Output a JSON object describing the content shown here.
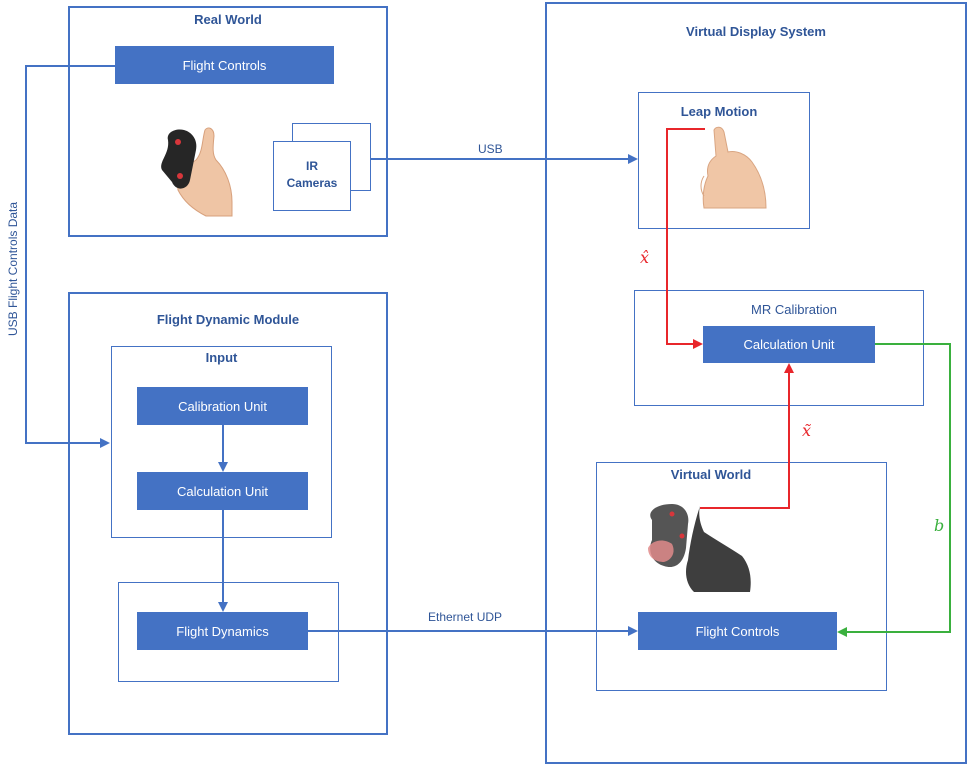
{
  "real_world": {
    "title": "Real World",
    "flight_controls": "Flight Controls",
    "ir_cameras_line1": "IR",
    "ir_cameras_line2": "Cameras"
  },
  "flight_dynamic_module": {
    "title": "Flight Dynamic Module",
    "input": {
      "title": "Input",
      "calibration_unit": "Calibration Unit",
      "calculation_unit": "Calculation Unit"
    },
    "flight_dynamics": "Flight Dynamics"
  },
  "virtual_display_system": {
    "title": "Virtual Display System",
    "leap_motion": "Leap Motion",
    "mr_calibration": {
      "title": "MR Calibration",
      "calculation_unit": "Calculation Unit"
    },
    "virtual_world": {
      "title": "Virtual World",
      "flight_controls": "Flight Controls"
    }
  },
  "edges": {
    "usb": "USB",
    "usb_flight_controls_data": "USB Flight Controls Data",
    "ethernet_udp": "Ethernet UDP",
    "x_hat": "x̂",
    "x_tilde": "x̃",
    "b": "b"
  },
  "colors": {
    "blue": "#4472c4",
    "dark_blue": "#2f5597",
    "red": "#e8262b",
    "green": "#3ab03e"
  },
  "icons": [
    "joystick-hand-icon",
    "pointing-hand-icon",
    "virtual-joystick-hand-icon"
  ]
}
